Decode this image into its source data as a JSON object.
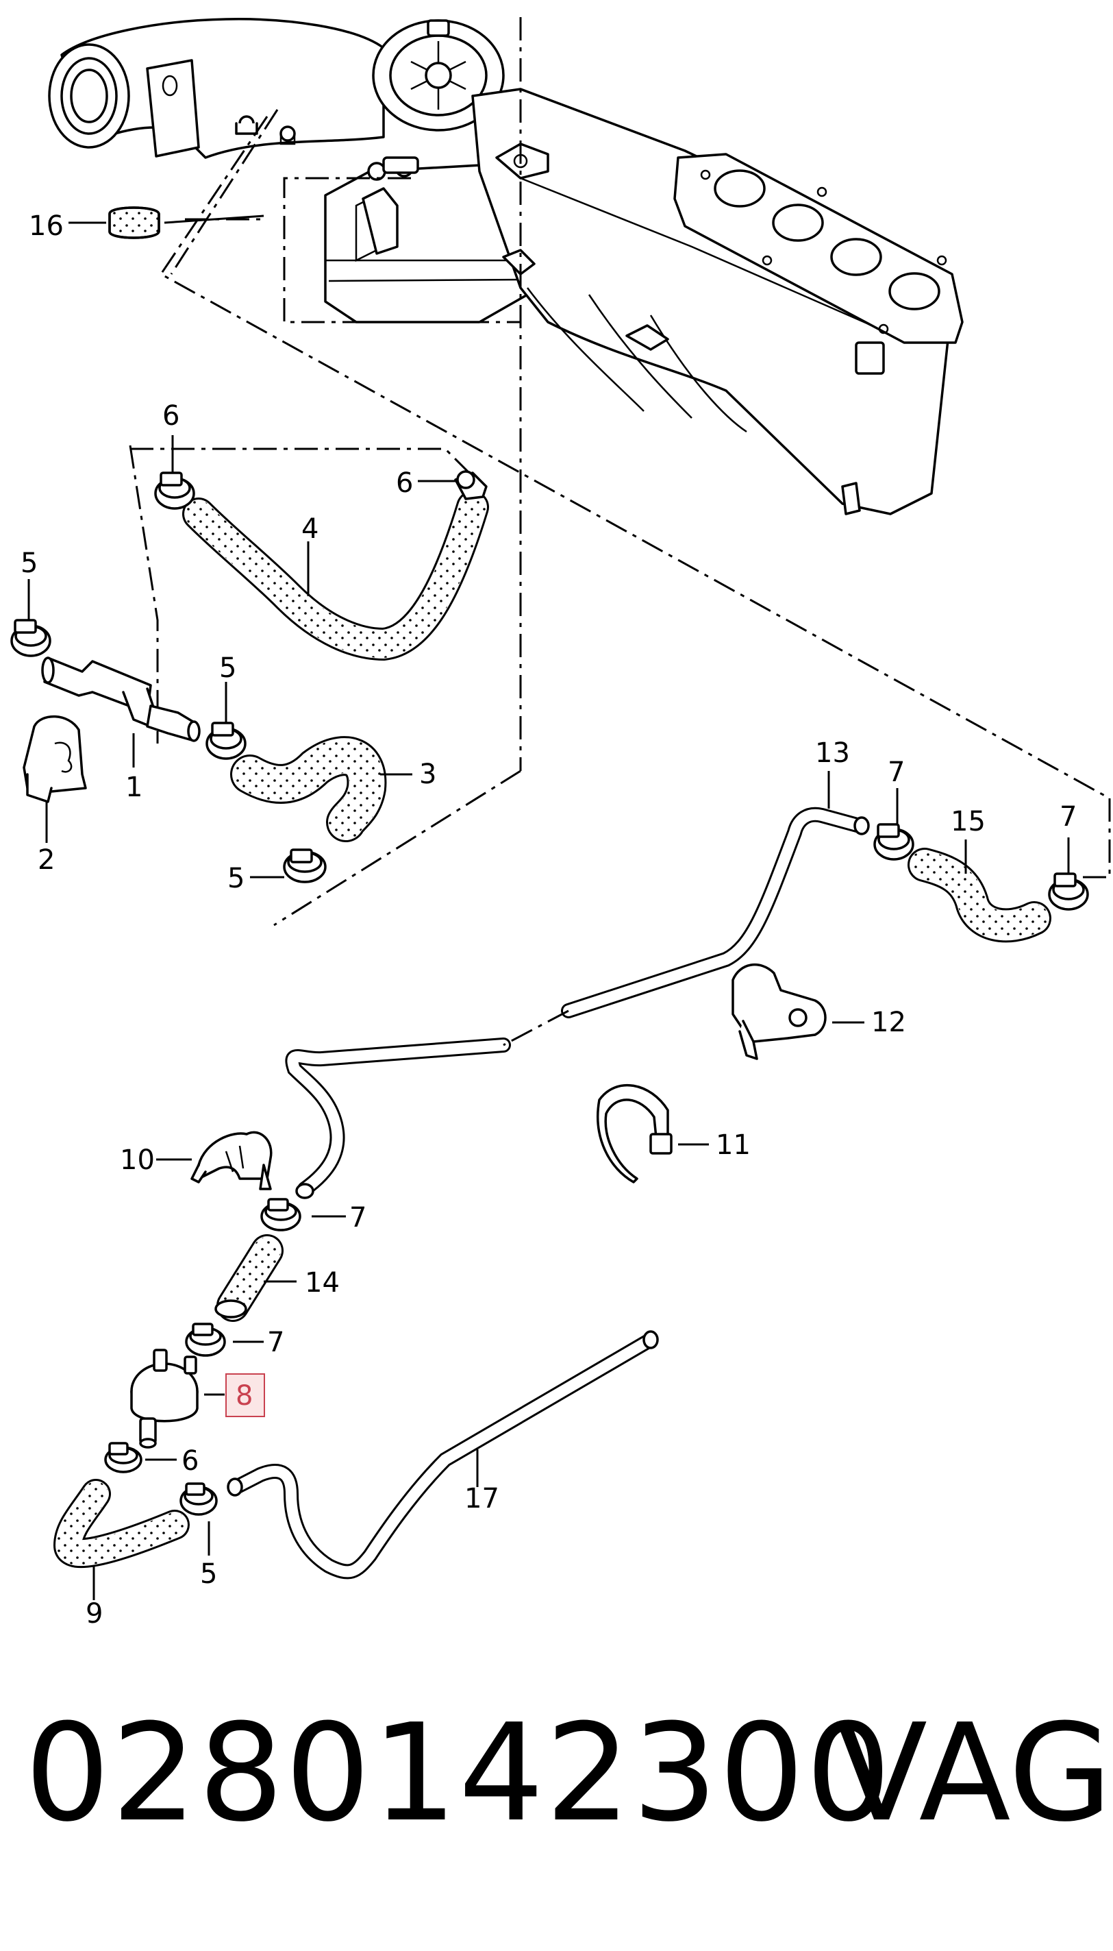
{
  "diagram": {
    "callouts": [
      "16",
      "6",
      "6",
      "4",
      "5",
      "5",
      "3",
      "1",
      "2",
      "5",
      "13",
      "7",
      "15",
      "7",
      "12",
      "11",
      "10",
      "7",
      "14",
      "7",
      "8",
      "6",
      "17",
      "5",
      "9"
    ],
    "highlighted_callout": "8",
    "highlight_color": "#c9414f",
    "line_color": "#000000",
    "hose_dot_color": "#000000"
  },
  "footer": {
    "part_number": "0280142300",
    "brand": "VAG"
  }
}
